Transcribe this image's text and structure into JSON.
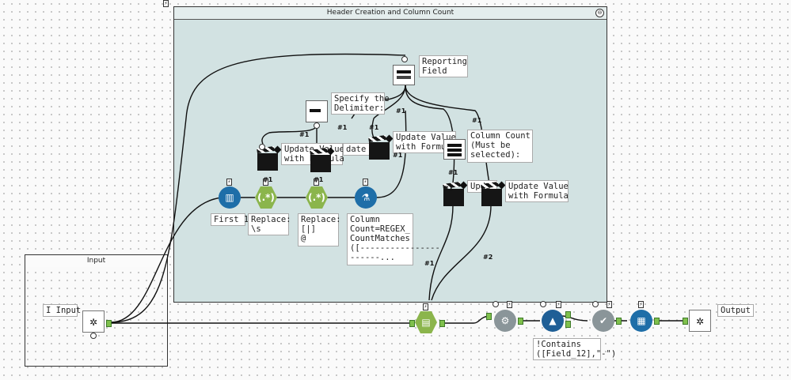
{
  "containers": {
    "main_title": "Header Creation and Column Count",
    "main_collapse": "⊖",
    "input_title": "Input"
  },
  "labels": {
    "reporting_field": "Reporting\nField",
    "specify_delimiter": "Specify the\nDelimiter:",
    "update_value_1": "Update Value\nwith Formula",
    "update_value_2": "Update Value\nwith Formula",
    "update_value_3": "Update Value\nwith Formula",
    "update_value_overlap_a": "date Va",
    "update_value_overlap_b": "Upda",
    "column_count_select": "Column Count\n(Must be\nselected):",
    "first_1": "First 1",
    "replace_s": "Replace:\n\\s",
    "replace_brackets": "Replace:\n[|]\n@",
    "column_count_formula": "Column\nCount=REGEX_\nCountMatches\n([----------------\n------...",
    "i_input": "I Input",
    "contains_filter": "!Contains\n([Field_12],\"-\")",
    "output": "Output"
  },
  "connection_tags": {
    "t1": "#1",
    "t2": "#1",
    "t3": "#1",
    "t4": "#1",
    "t5": "#1",
    "t6": "#1",
    "t7": "#1",
    "t8": "#1",
    "t9": "#1",
    "t10": "#1",
    "t11": "#2",
    "t12": "#1"
  },
  "icons": {
    "input": "gear-icon",
    "sample": "test-tubes-icon",
    "regex": "regex-icon",
    "formula": "flask-icon",
    "action": "clapperboard-icon",
    "append": "append-fields-icon",
    "text_to_columns": "sawblade-icon",
    "filter": "filter-icon",
    "dynamic_rename": "check-icon",
    "select": "table-plus-icon",
    "output": "gear-icon"
  },
  "colors": {
    "container_bg": "#d2e2e2",
    "sample_blue": "#1e6ea8",
    "regex_green": "#8bb54c",
    "formula_blue": "#1e6ea8",
    "transform_gray": "#8a9599",
    "filter_blue": "#1f5f96",
    "append_green": "#8bb54c"
  }
}
